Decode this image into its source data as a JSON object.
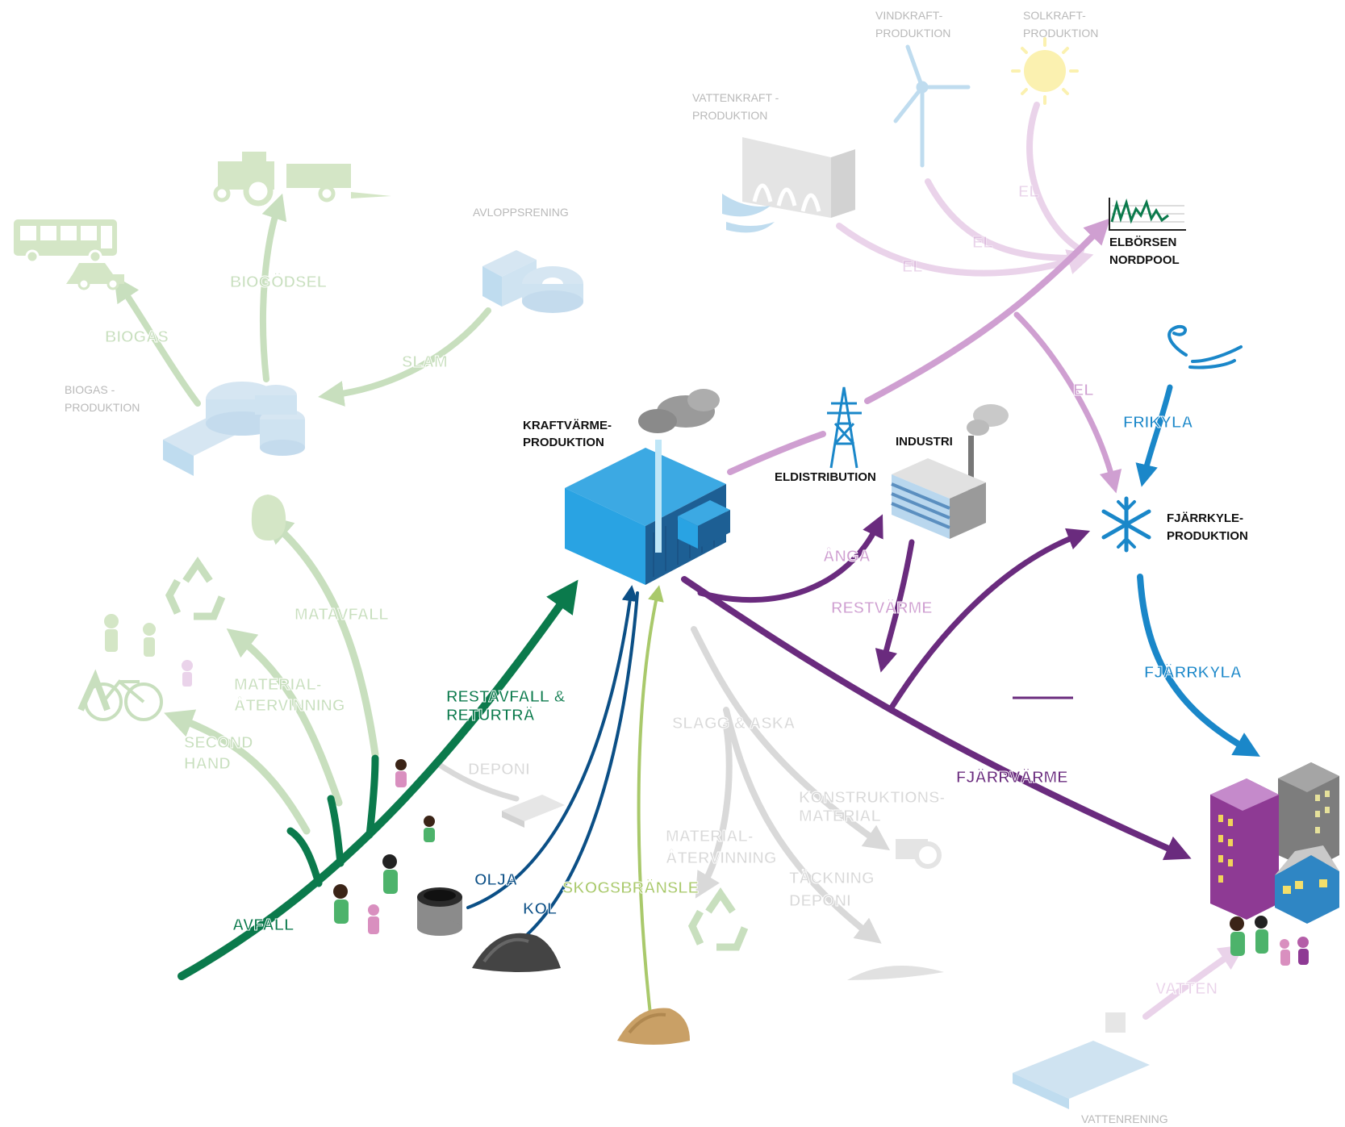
{
  "colors": {
    "waste": "#0b7a4c",
    "fossil": "#0b4f86",
    "biomass": "#a9c96b",
    "heat": "#6a2b7e",
    "electricity": "#cf9fd1",
    "cooling": "#1a87c9",
    "faded_green": "#c8dfbe",
    "faded_blue": "#bfdcef",
    "faded_grey": "#d9d9d9"
  },
  "nodes": {
    "kraftvarme": [
      "KRAFTVÄRME-",
      "PRODUKTION"
    ],
    "industri": "INDUSTRI",
    "eldistribution": "ELDISTRIBUTION",
    "elborsen": [
      "ELBÖRSEN",
      "NORDPOOL"
    ],
    "fjarrkyle": [
      "FJÄRRKYLE-",
      "PRODUKTION"
    ],
    "vindkraft": [
      "VINDKRAFT-",
      "PRODUKTION"
    ],
    "solkraft": [
      "SOLKRAFT-",
      "PRODUKTION"
    ],
    "vattenkraft": [
      "VATTENKRAFT -",
      "PRODUKTION"
    ],
    "avloppsrening": "AVLOPPSRENING",
    "biogasproduktion": [
      "BIOGAS -",
      "PRODUKTION"
    ],
    "vattenrening": "VATTENRENING"
  },
  "flows": {
    "el": "EL",
    "anga": "ÅNGA",
    "restvarme": "RESTVÄRME",
    "frikyla": "FRIKYLA",
    "fjarrkyla": "FJÄRRKYLA",
    "fjarrvarme": "FJÄRRVÄRME",
    "restavfall": [
      "RESTAVFALL &",
      "RETURTRÄ"
    ],
    "avfall": "AVFALL",
    "olja": "OLJA",
    "kol": "KOL",
    "skogsbransle": "SKOGSBRÄNSLE",
    "matavfall": "MATAVFALL",
    "material_atervinning": [
      "MATERIAL-",
      "ÅTERVINNING"
    ],
    "second_hand": [
      "SECOND",
      "HAND"
    ],
    "deponi": "DEPONI",
    "biogodsel": "BIOGÖDSEL",
    "biogas": "BIOGAS",
    "slam": "SLAM",
    "slagg_aska": "SLAGG & ASKA",
    "konstruktionsmaterial": [
      "KONSTRUKTIONS-",
      "MATERIAL"
    ],
    "material_atervinning_2": [
      "MATERIAL-",
      "ÅTERVINNING"
    ],
    "tackning_deponi": [
      "TÄCKNING",
      "DEPONI"
    ],
    "vatten": "VATTEN"
  },
  "icons": [
    "factory-icon",
    "industry-icon",
    "power-pylon-icon",
    "price-chart-icon",
    "snowflake-icon",
    "wind-gust-icon",
    "wind-turbine-icon",
    "sun-icon",
    "hydro-dam-icon",
    "wastewater-plant-icon",
    "biogas-plant-icon",
    "tractor-icon",
    "bus-icon",
    "car-icon",
    "recycle-icon",
    "bicycle-icon",
    "oil-barrel-icon",
    "coal-pile-icon",
    "wood-chips-pile-icon",
    "apartment-buildings-icon",
    "water-treatment-icon"
  ]
}
